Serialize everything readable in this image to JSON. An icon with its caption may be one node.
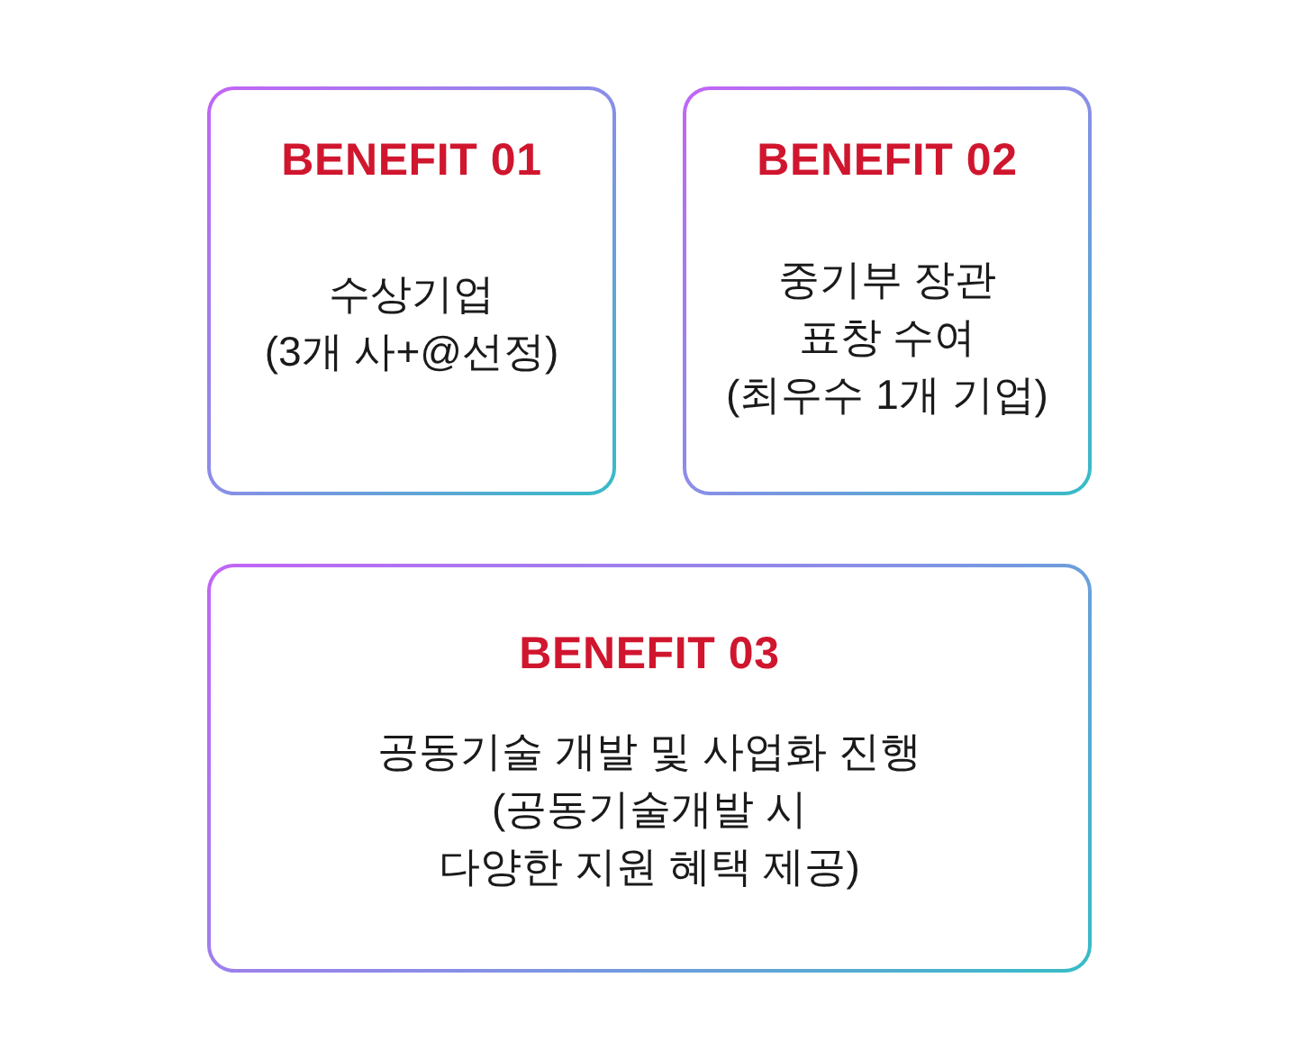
{
  "diagram": {
    "nodes": [
      {
        "text": [
          "BENEFIT 01",
          "수상기업 (3개 사+@선정)"
        ]
      },
      {
        "text": [
          "BENEFIT 02",
          "중기부 장관 표창 수여 (최우수 1개 기업)"
        ]
      },
      {
        "text": [
          "BENEFIT 03",
          "공동기술 개발 및 사업화 진행 (공동기술개발 시 다양한 지원 혜택 제공)"
        ]
      }
    ]
  }
}
